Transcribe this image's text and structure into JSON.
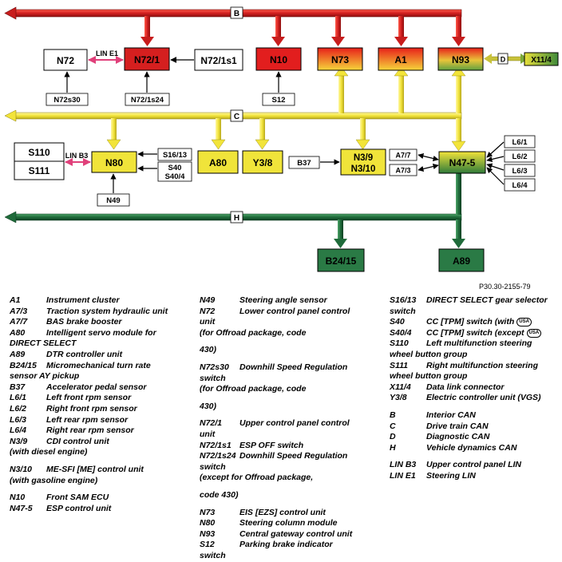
{
  "figure_id": "P30.30-2155-79",
  "buses": {
    "B": "B",
    "C": "C",
    "H": "H",
    "D": "D"
  },
  "lin_labels": {
    "e1": "LIN E1",
    "b3": "LIN B3"
  },
  "boxes": {
    "N72": "N72",
    "N72_1": "N72/1",
    "N72_1s1": "N72/1s1",
    "N10": "N10",
    "N73": "N73",
    "A1": "A1",
    "N93": "N93",
    "X11_4": "X11/4",
    "N72s30": "N72s30",
    "N72_1s24": "N72/1s24",
    "S12": "S12",
    "S110": "S110",
    "S111": "S111",
    "N80": "N80",
    "S16_13": "S16/13",
    "S40": "S40",
    "S40_4": "S40/4",
    "A80": "A80",
    "Y3_8": "Y3/8",
    "B37": "B37",
    "N3_9": "N3/9",
    "N3_10": "N3/10",
    "A7_7": "A7/7",
    "A7_3": "A7/3",
    "N47_5": "N47-5",
    "L6_1": "L6/1",
    "L6_2": "L6/2",
    "L6_3": "L6/3",
    "L6_4": "L6/4",
    "N49": "N49",
    "B24_15": "B24/15",
    "A89": "A89"
  },
  "colors": {
    "can_b": "#cc1f1f",
    "can_c": "#f2e43a",
    "can_h": "#1f6b3a",
    "lin": "#e0407a"
  },
  "legend": {
    "col1": [
      {
        "code": "A1",
        "text": "Instrument cluster"
      },
      {
        "code": "A7/3",
        "text": "Traction system hydraulic unit"
      },
      {
        "code": "A7/7",
        "text": "BAS brake booster"
      },
      {
        "code": "A80",
        "text": "Intelligent servo module for"
      },
      {
        "code": "",
        "text": "DIRECT SELECT"
      },
      {
        "code": "A89",
        "text": "DTR controller unit"
      },
      {
        "code": "B24/15",
        "text": "Micromechanical turn rate"
      },
      {
        "code": "",
        "text": "sensor AY pickup"
      },
      {
        "code": "B37",
        "text": "Accelerator pedal sensor"
      },
      {
        "code": "L6/1",
        "text": "Left front rpm sensor"
      },
      {
        "code": "L6/2",
        "text": "Right front rpm sensor"
      },
      {
        "code": "L6/3",
        "text": "Left rear rpm sensor"
      },
      {
        "code": "L6/4",
        "text": "Right rear rpm sensor"
      },
      {
        "code": "N3/9",
        "text": "CDI control unit"
      },
      {
        "code": "",
        "text": "(with diesel engine)"
      },
      {
        "code": "",
        "text": "",
        "gap": true
      },
      {
        "code": "N3/10",
        "text": "ME-SFI [ME] control unit"
      },
      {
        "code": "",
        "text": "(with gasoline engine)"
      },
      {
        "code": "",
        "text": "",
        "gap": true
      },
      {
        "code": "N10",
        "text": "Front SAM ECU"
      },
      {
        "code": "N47-5",
        "text": "ESP control unit"
      }
    ],
    "col2": [
      {
        "code": "N49",
        "text": "Steering angle sensor"
      },
      {
        "code": "N72",
        "text": "Lower control panel control"
      },
      {
        "code": "",
        "text": "unit"
      },
      {
        "code": "",
        "text": "(for Offroad package, code"
      },
      {
        "code": "",
        "text": "",
        "gap": true
      },
      {
        "code": "",
        "text": "430)"
      },
      {
        "code": "",
        "text": "",
        "gap": true
      },
      {
        "code": "N72s30",
        "text": "Downhill Speed Regulation"
      },
      {
        "code": "",
        "text": "switch"
      },
      {
        "code": "",
        "text": "(for Offroad package, code"
      },
      {
        "code": "",
        "text": "",
        "gap": true
      },
      {
        "code": "",
        "text": "430)"
      },
      {
        "code": "",
        "text": "",
        "gap": true
      },
      {
        "code": "N72/1",
        "text": "Upper control panel control"
      },
      {
        "code": "",
        "text": "unit"
      },
      {
        "code": "N72/1s1",
        "text": "ESP OFF switch"
      },
      {
        "code": "N72/1s24",
        "text": "Downhill Speed Regulation"
      },
      {
        "code": "",
        "text": "switch"
      },
      {
        "code": "",
        "text": "(except for Offroad package,"
      },
      {
        "code": "",
        "text": "",
        "gap": true
      },
      {
        "code": "",
        "text": "code 430)"
      },
      {
        "code": "",
        "text": "",
        "gap": true
      },
      {
        "code": "N73",
        "text": "EIS [EZS] control unit"
      },
      {
        "code": "N80",
        "text": "Steering column module"
      },
      {
        "code": "N93",
        "text": "Central gateway control unit"
      },
      {
        "code": "S12",
        "text": "Parking brake indicator"
      },
      {
        "code": "",
        "text": "switch"
      }
    ],
    "col3": [
      {
        "code": "S16/13",
        "text": "DIRECT SELECT gear selector"
      },
      {
        "code": "",
        "text": "switch"
      },
      {
        "code": "S40",
        "text": "CC [TPM] switch (with",
        "usa": "USA"
      },
      {
        "code": "S40/4",
        "text": "CC [TPM] switch (except",
        "usa": "USA"
      },
      {
        "code": "S110",
        "text": "Left multifunction steering"
      },
      {
        "code": "",
        "text": "wheel button group"
      },
      {
        "code": "S111",
        "text": "Right multifunction steering"
      },
      {
        "code": "",
        "text": "wheel button group"
      },
      {
        "code": "X11/4",
        "text": "Data link connector"
      },
      {
        "code": "Y3/8",
        "text": "Electric controller unit (VGS)"
      },
      {
        "code": "",
        "text": "",
        "gap": true
      },
      {
        "code": "B",
        "text": "Interior CAN"
      },
      {
        "code": "C",
        "text": "Drive train CAN"
      },
      {
        "code": "D",
        "text": "Diagnostic CAN"
      },
      {
        "code": "H",
        "text": "Vehicle dynamics CAN"
      },
      {
        "code": "",
        "text": "",
        "gap": true
      },
      {
        "code": "LIN B3",
        "text": "Upper control panel LIN"
      },
      {
        "code": "LIN E1",
        "text": "Steering LIN"
      }
    ]
  }
}
